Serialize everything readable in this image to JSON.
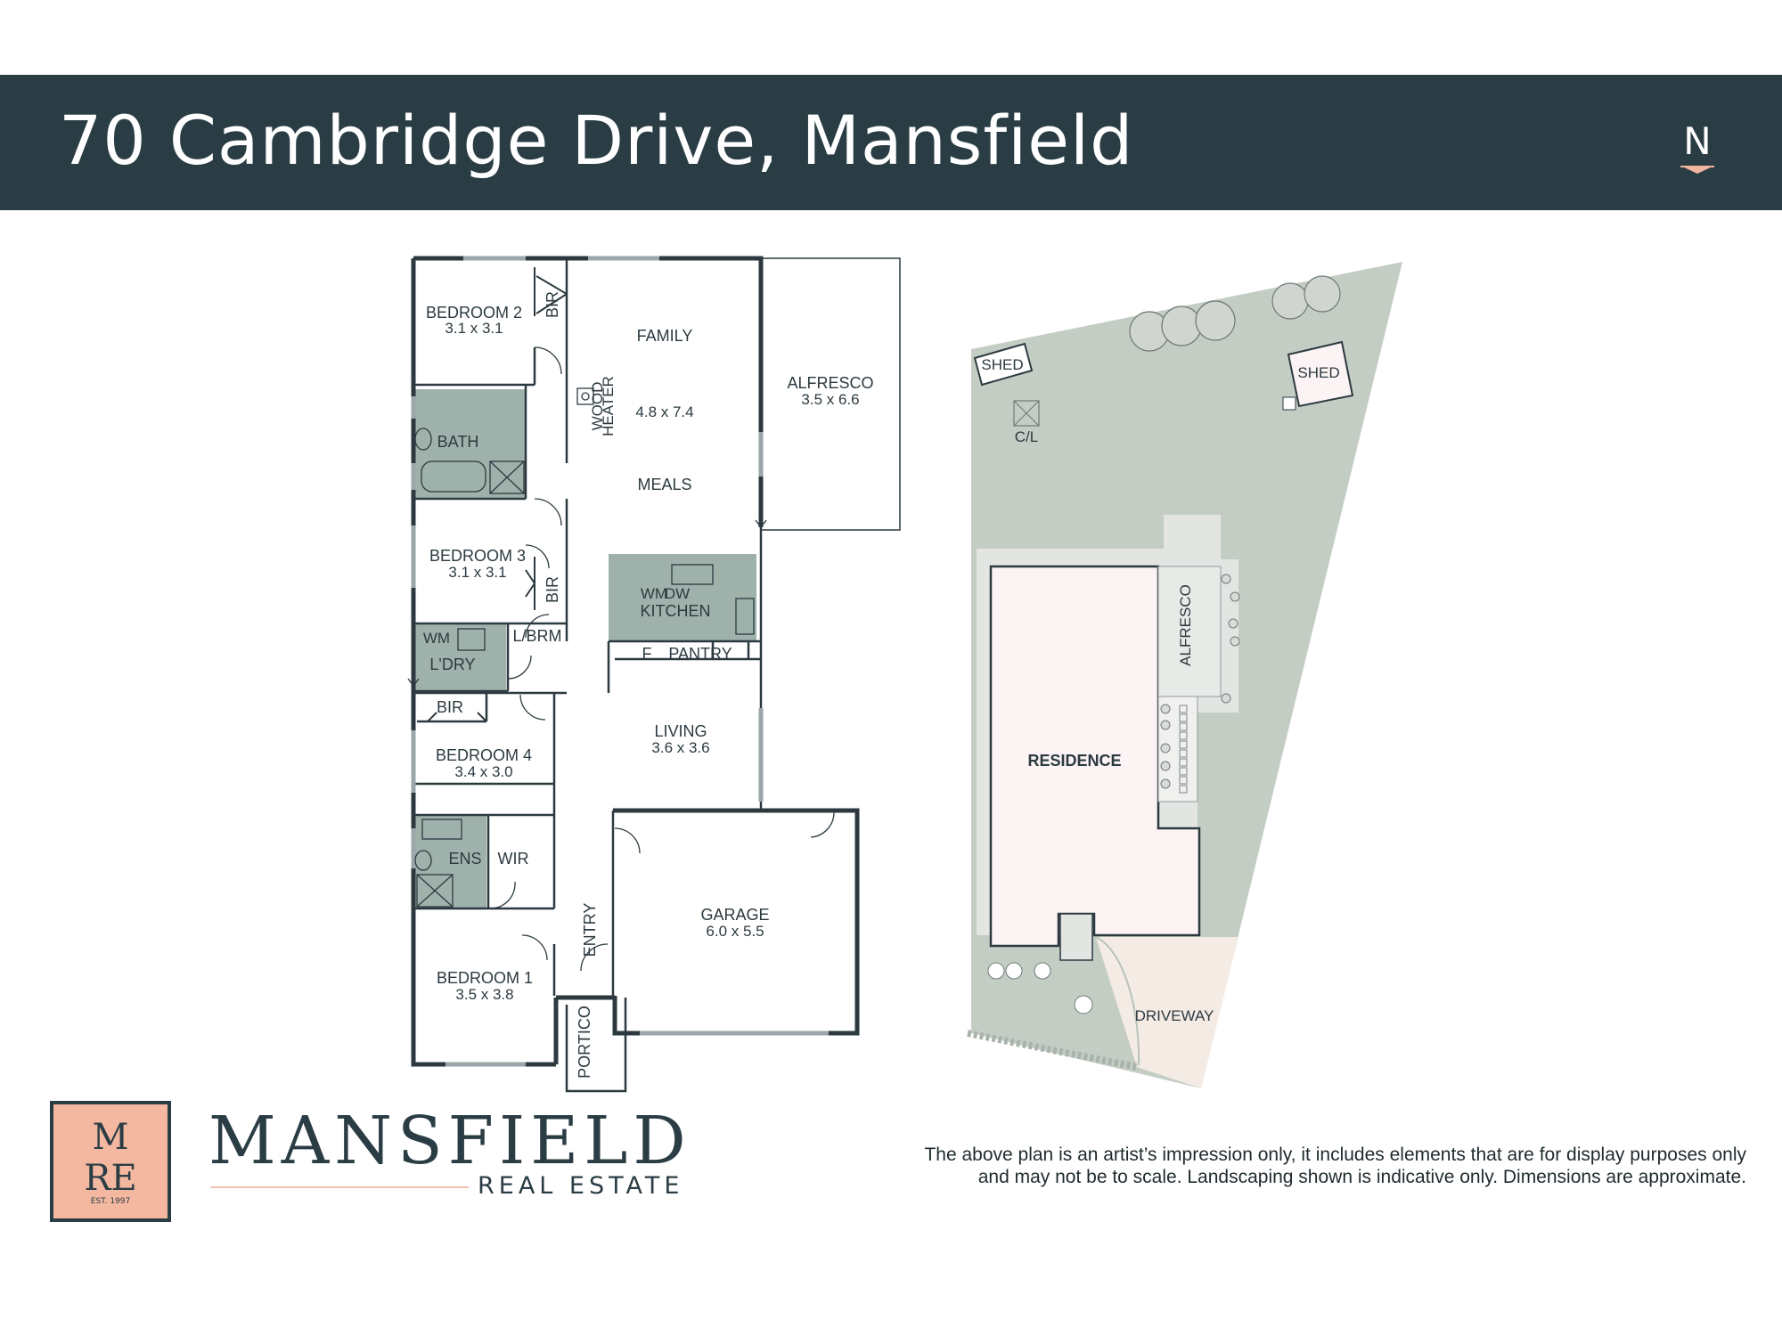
{
  "header": {
    "title": "70 Cambridge Drive, Mansfield",
    "north_label": "N"
  },
  "floorplan": {
    "rooms": [
      {
        "name": "BEDROOM 2",
        "dims": "3.1 x 3.1"
      },
      {
        "name": "FAMILY",
        "dims": ""
      },
      {
        "name": "ALFRESCO",
        "dims": "3.5 x 6.6"
      },
      {
        "name": "BATH",
        "dims": ""
      },
      {
        "name": "MEALS",
        "dims": ""
      },
      {
        "name": "BEDROOM 3",
        "dims": "3.1 x 3.1"
      },
      {
        "name": "KITCHEN",
        "dims": ""
      },
      {
        "name": "L'DRY",
        "dims": ""
      },
      {
        "name": "L/BRM",
        "dims": ""
      },
      {
        "name": "PANTRY",
        "dims": ""
      },
      {
        "name": "LIVING",
        "dims": "3.6 x 3.6"
      },
      {
        "name": "BEDROOM 4",
        "dims": "3.4 x 3.0"
      },
      {
        "name": "ENS",
        "dims": ""
      },
      {
        "name": "WIR",
        "dims": ""
      },
      {
        "name": "GARAGE",
        "dims": "6.0 x 5.5"
      },
      {
        "name": "ENTRY",
        "dims": ""
      },
      {
        "name": "BEDROOM 1",
        "dims": "3.5 x 3.8"
      },
      {
        "name": "PORTICO",
        "dims": ""
      }
    ],
    "family_dims": "4.8 x 7.4",
    "wood_heater": [
      "WOOD",
      "HEATER"
    ],
    "bir": "BIR",
    "wm": "WM",
    "dw": "DW",
    "f": "F"
  },
  "siteplan": {
    "residence": "RESIDENCE",
    "alfresco": "ALFRESCO",
    "shed": "SHED",
    "cl": "C/L",
    "driveway": "DRIVEWAY"
  },
  "brand": {
    "logo_top": "M",
    "logo_bottom": "RE",
    "logo_est": "EST. 1997",
    "name": "MANSFIELD",
    "sub": "REAL ESTATE"
  },
  "disclaimer": {
    "line1": "The above plan is an artist’s impression only, it includes elements that are for display purposes only",
    "line2": "and may not be to scale. Landscaping shown is indicative only. Dimensions are approximate."
  },
  "colors": {
    "banner": "#2b3d44",
    "wet_area": "#9fb1ab",
    "site_lawn": "#c4cdc4",
    "residence_fill": "#fbf3f4",
    "driveway_fill": "#f5ebe5",
    "accent": "#f4b8a1"
  }
}
